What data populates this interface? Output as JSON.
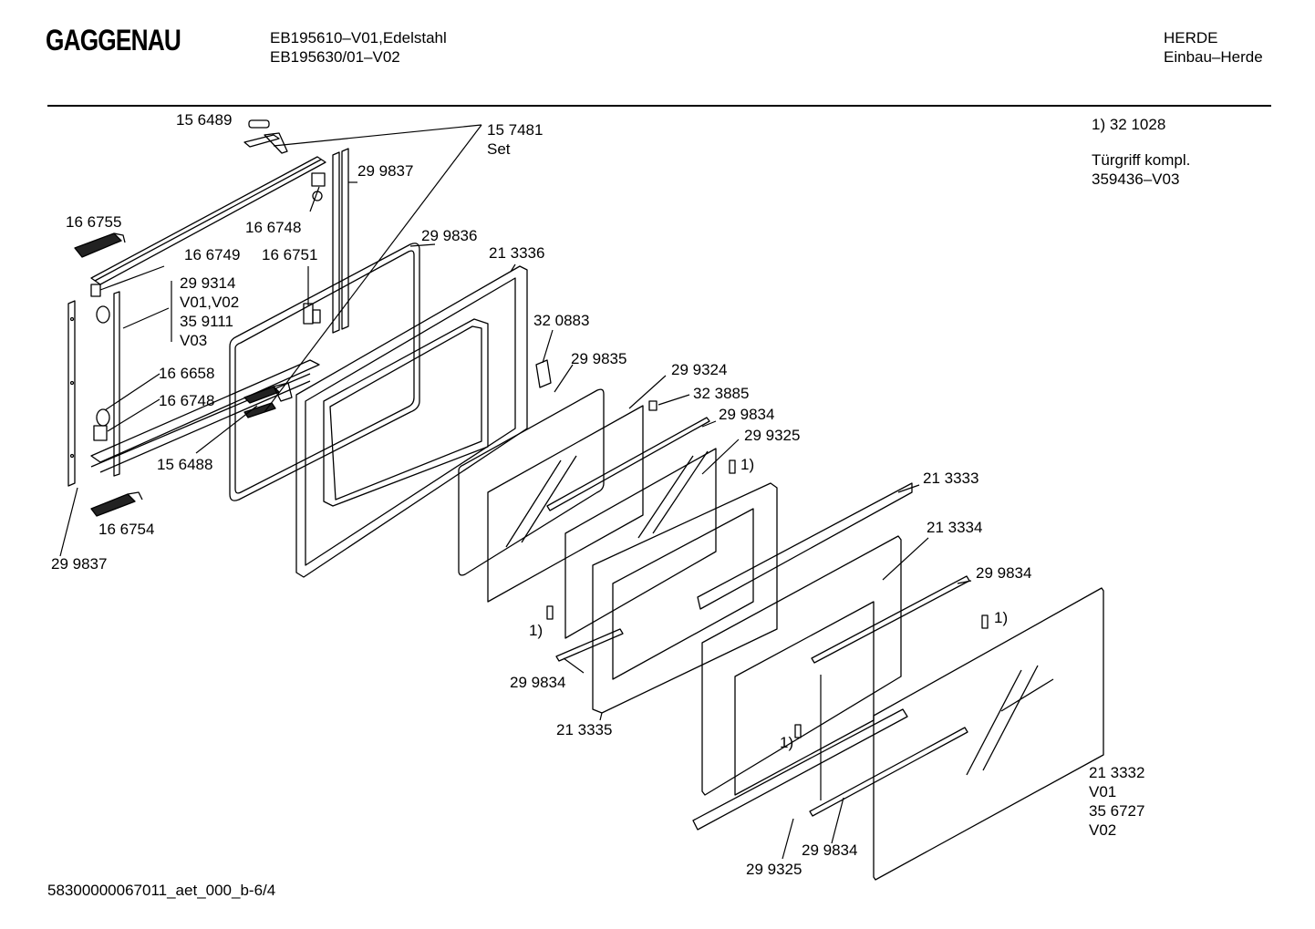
{
  "header": {
    "brand": "GAGGENAU",
    "model_line_1": "EB195610–V01,Edelstahl",
    "model_line_2": "EB195630/01–V02",
    "category": "HERDE",
    "subcategory": "Einbau–Herde"
  },
  "notes": {
    "footnote_ref": "1) 32 1028",
    "handle_title": "Türgriff kompl.",
    "handle_ref": "359436–V03"
  },
  "labels": {
    "p156489": "15 6489",
    "p157481": "15 7481",
    "set": "Set",
    "p299837_top": "29 9837",
    "p166748_top": "16 6748",
    "p166755": "16 6755",
    "p166749": "16 6749",
    "p166751": "16 6751",
    "p299836": "29 9836",
    "p213336": "21 3336",
    "p299314": "29 9314",
    "v01v02": "V01,V02",
    "p359111": "35 9111",
    "v03": "V03",
    "p320883": "32 0883",
    "p166658": "16 6658",
    "p166748_mid": "16 6748",
    "p299835": "29 9835",
    "p299324": "29 9324",
    "p323885": "32 3885",
    "p299834_a": "29 9834",
    "p299325_a": "29 9325",
    "p156488": "15 6488",
    "fn_1": "1)",
    "p166754": "16 6754",
    "p299837_bottom": "29 9837",
    "p213333": "21 3333",
    "p213334": "21 3334",
    "p299834_b": "29 9834",
    "fn_2": "1)",
    "fn_3": "1)",
    "p299834_c": "29 9834",
    "p213335": "21 3335",
    "fn_4": "1)",
    "p213332": "21 3332",
    "v01": "V01",
    "p356727": "35 6727",
    "v02": "V02",
    "p299834_d": "29 9834",
    "p299325_b": "29 9325"
  },
  "footer": {
    "doc_id": "58300000067011_aet_000_b-6/4"
  }
}
